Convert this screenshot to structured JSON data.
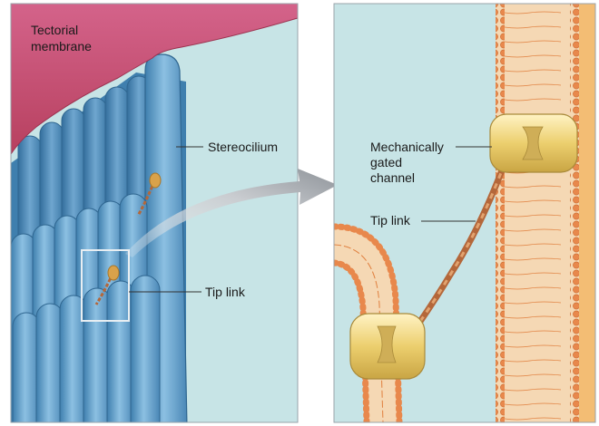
{
  "labels": {
    "tectorial_line1": "Tectorial",
    "tectorial_line2": "membrane",
    "stereocilium": "Stereocilium",
    "tip_link_left": "Tip link",
    "channel_line1": "Mechanically",
    "channel_line2": "gated",
    "channel_line3": "channel",
    "tip_link_right": "Tip link"
  },
  "colors": {
    "fluid": "#c7e4e6",
    "tectorial": "#c44d72",
    "stereocilia": "#4f8fbd",
    "membrane": "#e8884c",
    "channel": "#e9d27a",
    "tip_link": "#b4673a"
  }
}
